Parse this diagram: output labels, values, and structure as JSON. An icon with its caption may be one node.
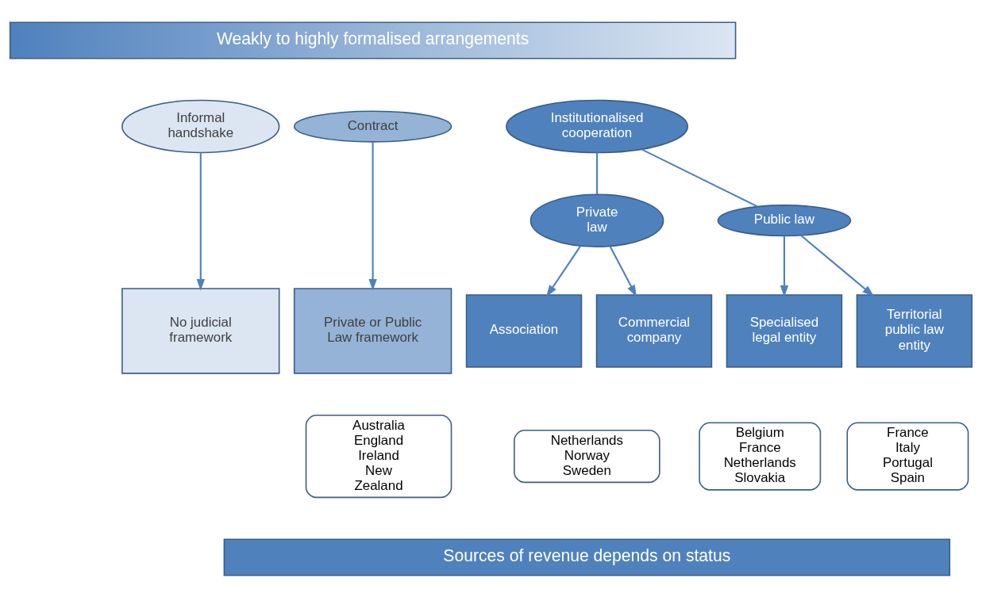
{
  "diagram": {
    "nodes": [
      {
        "text": [
          "Weakly to highly formalised arrangements"
        ]
      },
      {
        "text": [
          "Informal handshake"
        ]
      },
      {
        "text": [
          "Contract"
        ]
      },
      {
        "text": [
          "Institutionalised cooperation"
        ]
      },
      {
        "text": [
          "Private law"
        ]
      },
      {
        "text": [
          "Public law"
        ]
      },
      {
        "text": [
          "No judicial framework"
        ]
      },
      {
        "text": [
          "Private or Public Law framework"
        ]
      },
      {
        "text": [
          "Association"
        ]
      },
      {
        "text": [
          "Commercial company"
        ]
      },
      {
        "text": [
          "Specialised legal entity"
        ]
      },
      {
        "text": [
          "Territorial public law entity"
        ]
      },
      {
        "text": [
          "Australia England Ireland New Zealand"
        ]
      },
      {
        "text": [
          "Netherlands Norway Sweden"
        ]
      },
      {
        "text": [
          "Belgium France Netherlands Slovakia"
        ]
      },
      {
        "text": [
          "France Italy Portugal Spain"
        ]
      },
      {
        "text": [
          "Sources of revenue depends on status"
        ]
      }
    ],
    "edges": [
      {
        "from": 1,
        "to": 6,
        "arrow": "to"
      },
      {
        "from": 2,
        "to": 7,
        "arrow": "to"
      },
      {
        "from": 3,
        "to": 4,
        "arrow": "none"
      },
      {
        "from": 3,
        "to": 5,
        "arrow": "none"
      },
      {
        "from": 4,
        "to": 8,
        "arrow": "to"
      },
      {
        "from": 4,
        "to": 9,
        "arrow": "to"
      },
      {
        "from": 5,
        "to": 10,
        "arrow": "to"
      },
      {
        "from": 5,
        "to": 11,
        "arrow": "to"
      }
    ]
  }
}
